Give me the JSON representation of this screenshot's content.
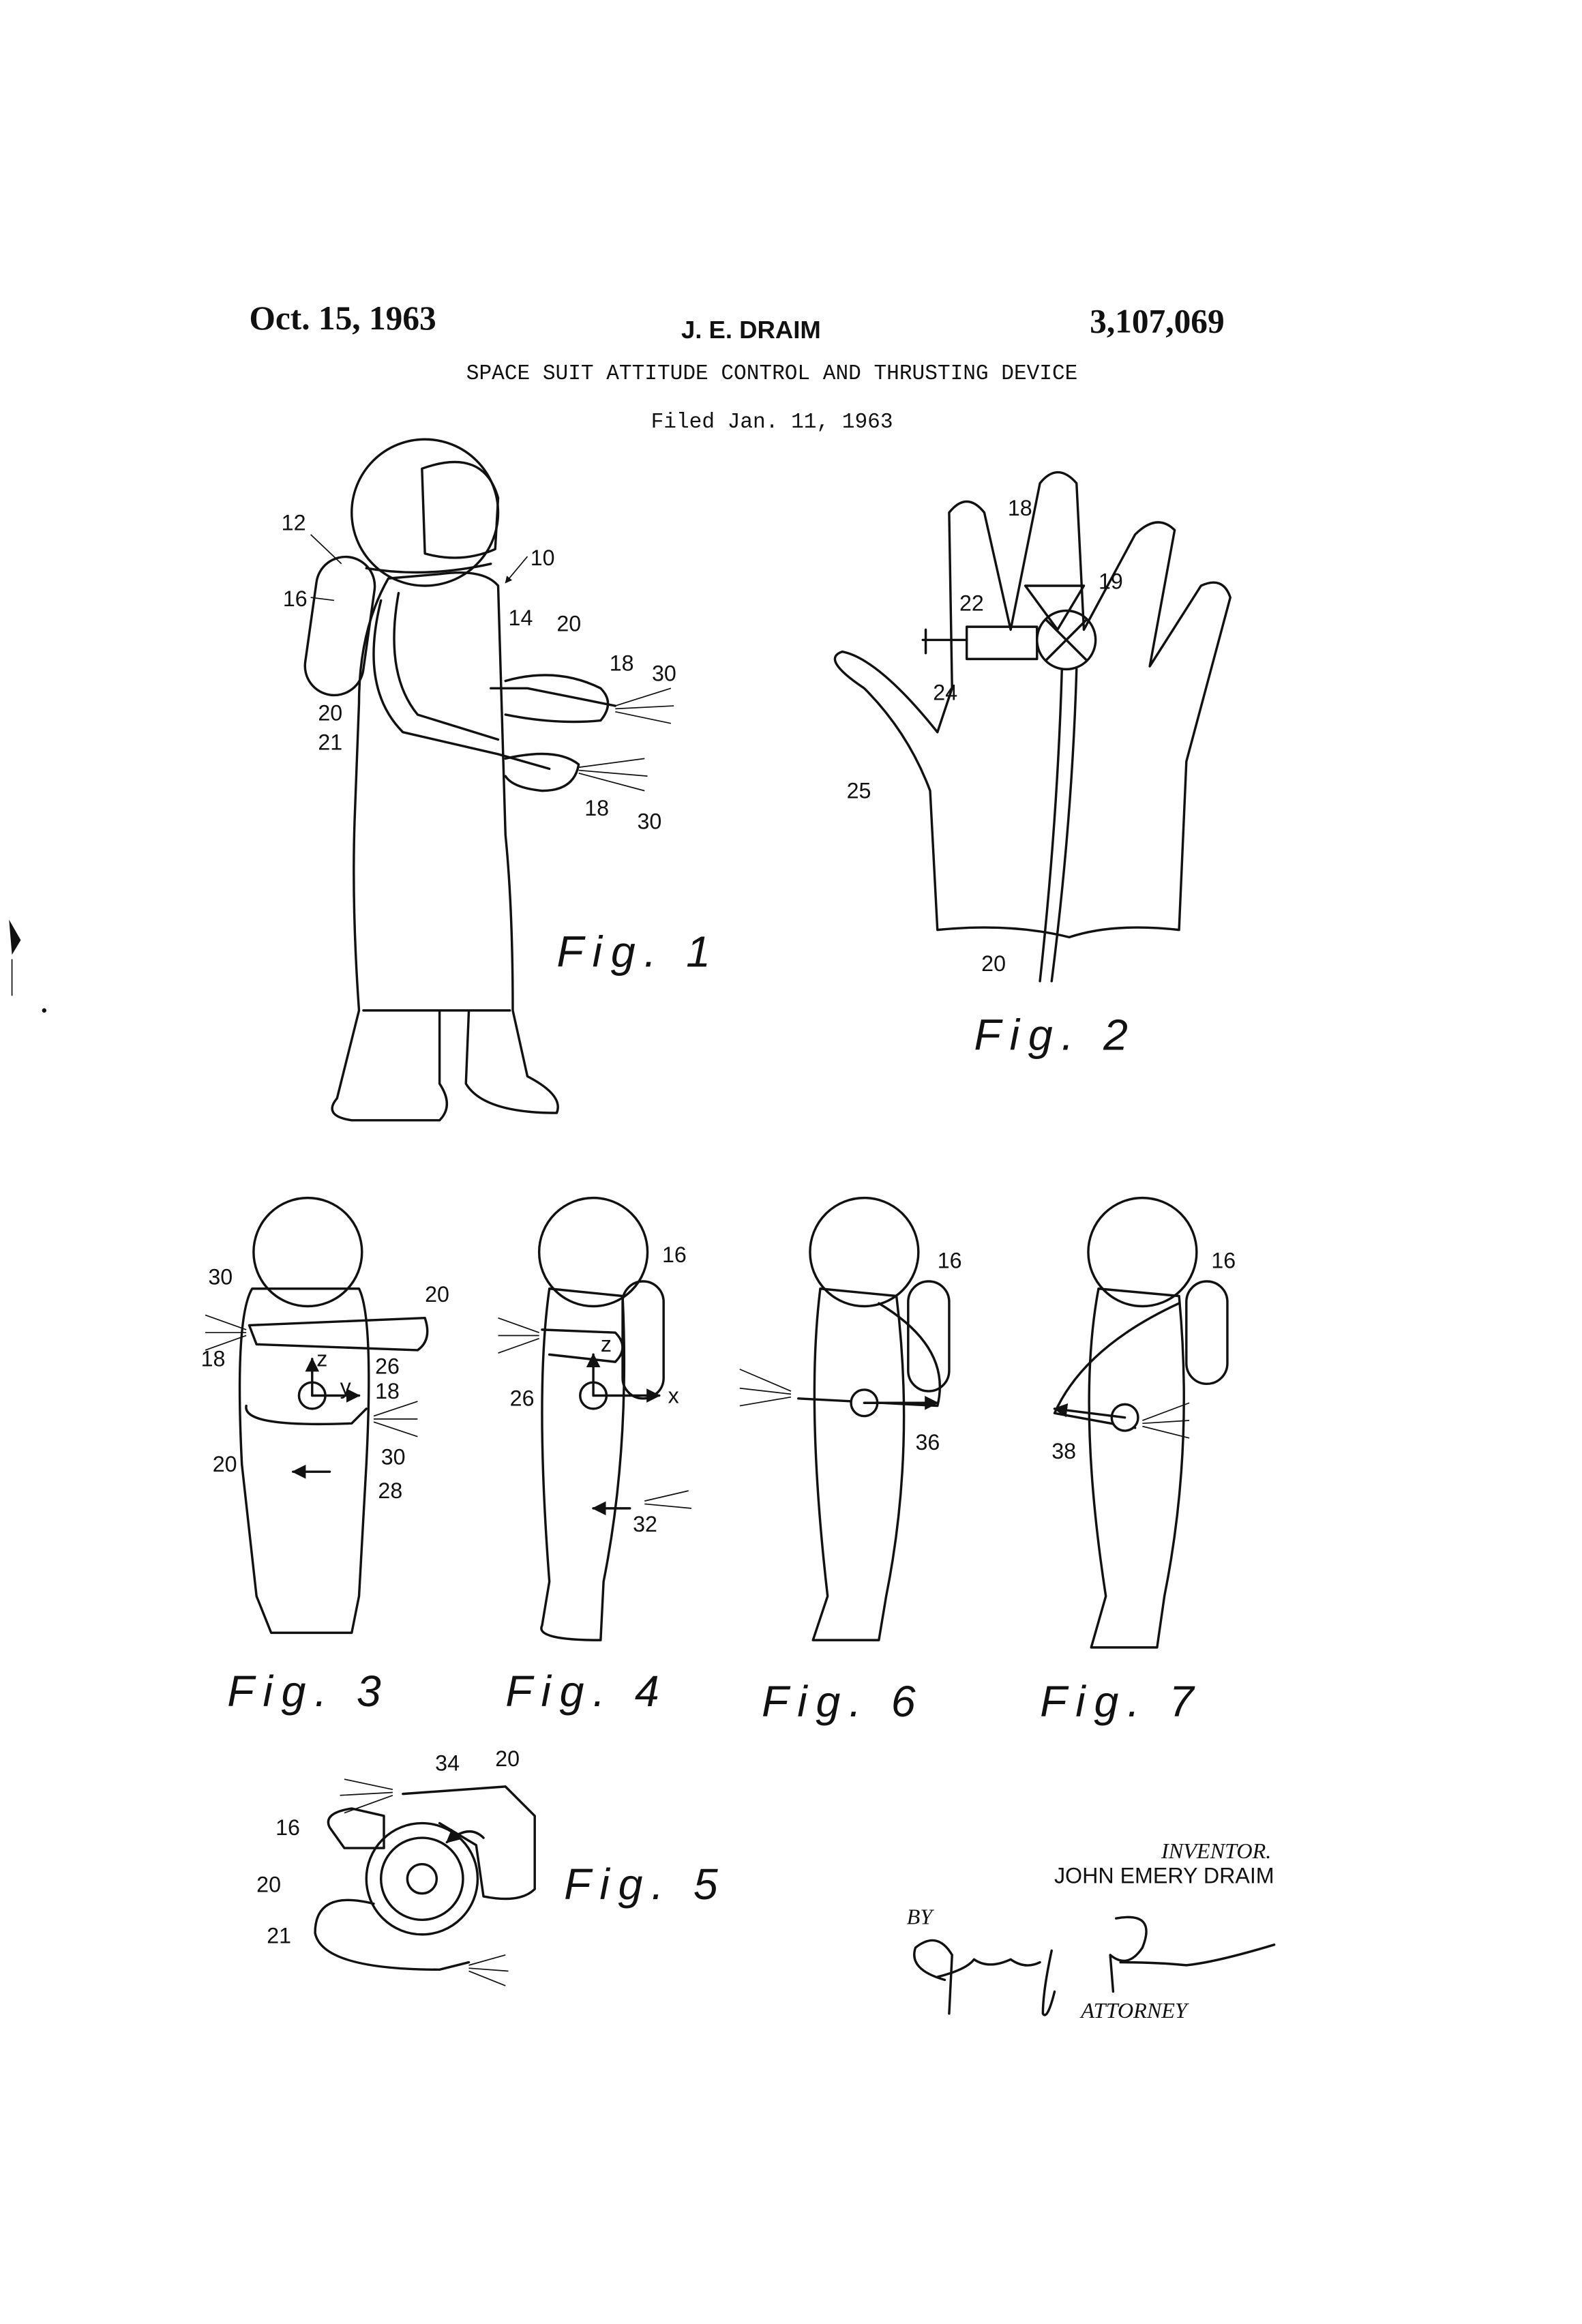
{
  "header": {
    "date": "Oct. 15, 1963",
    "inventor_short": "J. E. DRAIM",
    "patent_number": "3,107,069",
    "title": "SPACE SUIT ATTITUDE CONTROL AND THRUSTING DEVICE",
    "filed": "Filed Jan. 11, 1963"
  },
  "figures": {
    "fig1": {
      "label": "Fig. 1",
      "refs": [
        "12",
        "16",
        "10",
        "14",
        "20",
        "18",
        "30",
        "20",
        "21",
        "18",
        "30"
      ]
    },
    "fig2": {
      "label": "Fig. 2",
      "refs": [
        "18",
        "19",
        "22",
        "24",
        "25",
        "20"
      ]
    },
    "fig3": {
      "label": "Fig. 3",
      "refs": [
        "30",
        "20",
        "18",
        "26",
        "18",
        "20",
        "30",
        "28",
        "z",
        "y"
      ]
    },
    "fig4": {
      "label": "Fig. 4",
      "refs": [
        "16",
        "26",
        "x",
        "z",
        "32"
      ]
    },
    "fig5": {
      "label": "Fig. 5",
      "refs": [
        "34",
        "20",
        "16",
        "20",
        "21"
      ]
    },
    "fig6": {
      "label": "Fig. 6",
      "refs": [
        "16",
        "36"
      ]
    },
    "fig7": {
      "label": "Fig. 7",
      "refs": [
        "16",
        "38"
      ]
    }
  },
  "signature_block": {
    "inventor_label": "INVENTOR.",
    "inventor_name": "JOHN EMERY DRAIM",
    "by": "BY",
    "signature": "George J. Rubens",
    "attorney_label": "ATTORNEY"
  }
}
